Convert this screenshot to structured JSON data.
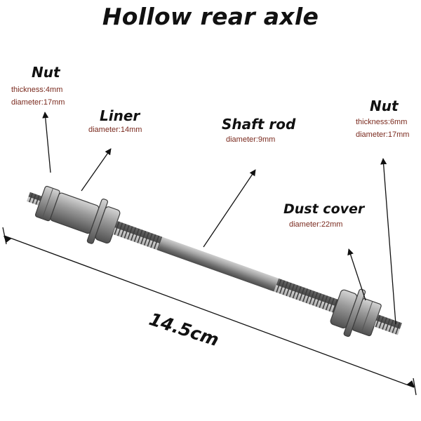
{
  "title": "Hollow rear axle",
  "parts": {
    "nut_left": {
      "name": "Nut",
      "specs": [
        "thickness:4mm",
        "diameter:17mm"
      ]
    },
    "liner": {
      "name": "Liner",
      "specs": [
        "diameter:14mm"
      ]
    },
    "shaft_rod": {
      "name": "Shaft rod",
      "specs": [
        "diameter:9mm"
      ]
    },
    "nut_right": {
      "name": "Nut",
      "specs": [
        "thickness:6mm",
        "diameter:17mm"
      ]
    },
    "dust_cover": {
      "name": "Dust cover",
      "specs": [
        "diameter:22mm"
      ]
    }
  },
  "dimension": {
    "length": "14.5cm"
  },
  "colors": {
    "label_text": "#111111",
    "spec_text": "#7a2a1e",
    "metal": "#8f8f8f"
  }
}
